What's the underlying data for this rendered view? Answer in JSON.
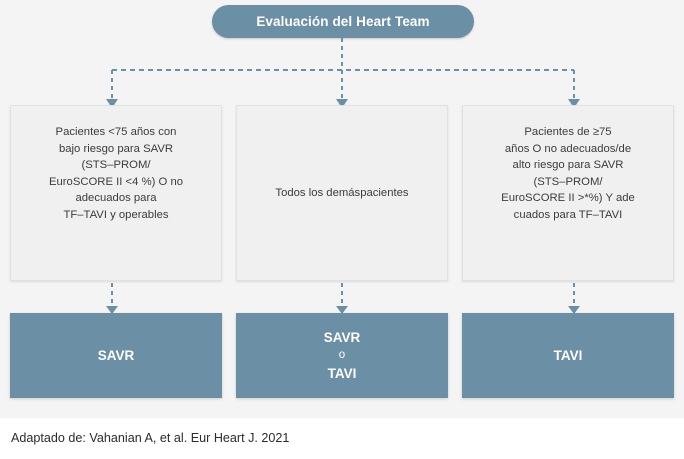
{
  "header": {
    "title": "Evaluación del Heart Team"
  },
  "colors": {
    "accent": "#6b8fa5",
    "page_background": "#f4f4f4",
    "box_background": "#f0f0f1",
    "connector": "#6b8fa5",
    "text_dark": "#3c3c3c",
    "text_light": "#ffffff"
  },
  "criteria": [
    {
      "id": "low-risk",
      "text": "Pacientes <75 años con\nbajo riesgo para SAVR\n(STS–PROM/\nEuroSCORE II <4 %) O no\nadecuados para\nTF–TAVI y operables"
    },
    {
      "id": "all-others",
      "text": "Todos los demáspacientes"
    },
    {
      "id": "high-risk",
      "text": "Pacientes de ≥75\naños O no adecuados/de\nalto riesgo para SAVR\n(STS–PROM/\nEuroSCORE II >*%) Y ade\ncuados para TF–TAVI"
    }
  ],
  "outcomes": [
    {
      "id": "savr",
      "lines": [
        "SAVR"
      ]
    },
    {
      "id": "savr-or-tavi",
      "lines": [
        "SAVR",
        "o",
        "TAVI"
      ]
    },
    {
      "id": "tavi",
      "lines": [
        "TAVI"
      ]
    }
  ],
  "footer": {
    "source": "Adaptado de: Vahanian A, et al. Eur Heart J. 2021"
  }
}
